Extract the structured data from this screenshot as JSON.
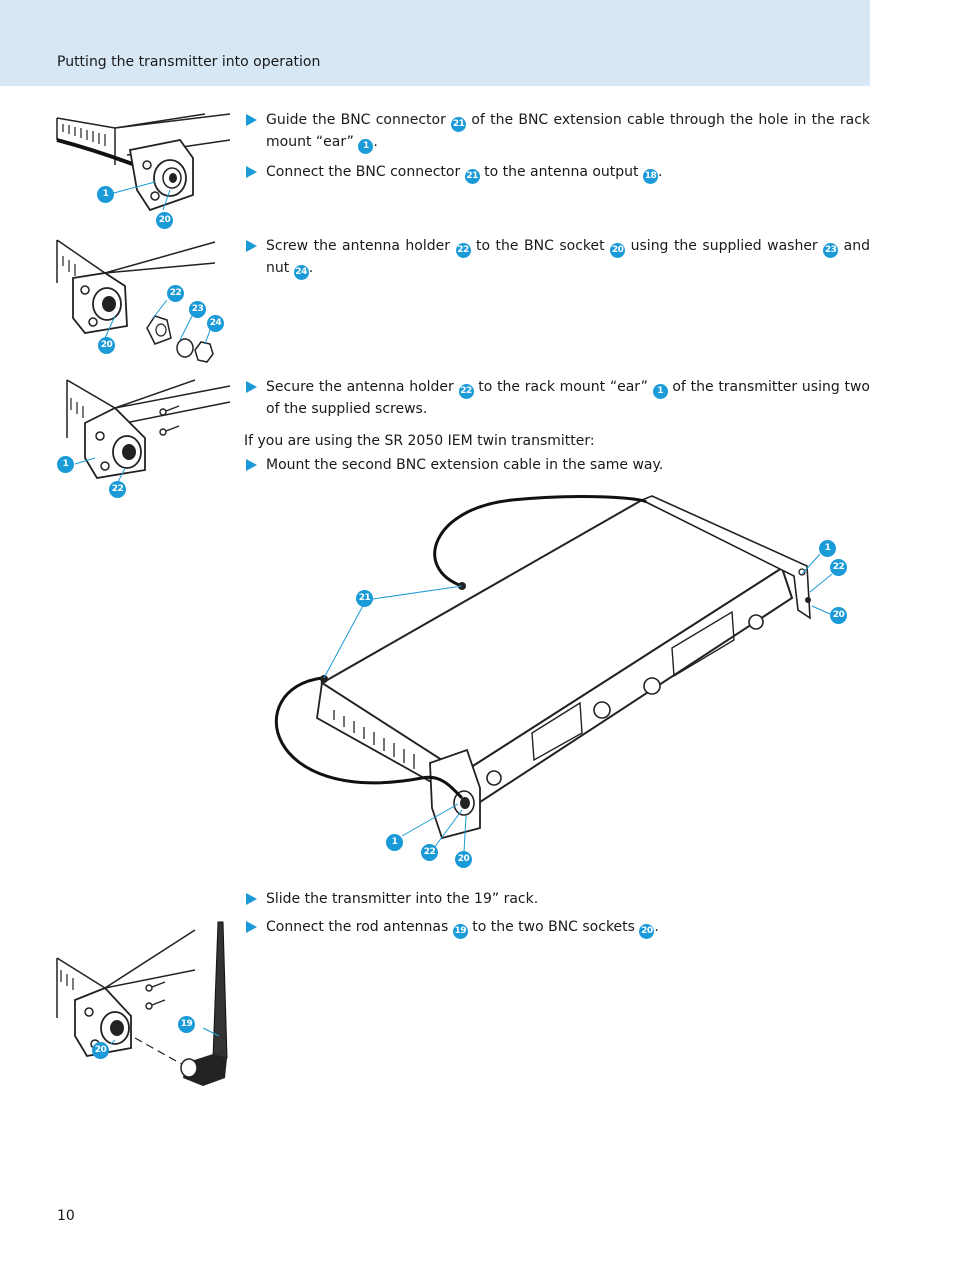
{
  "header": {
    "section_title": "Putting the transmitter into operation"
  },
  "page": {
    "number": "10"
  },
  "callouts": {
    "n1": "1",
    "n18": "18",
    "n19": "19",
    "n20": "20",
    "n21": "21",
    "n22": "22",
    "n23": "23",
    "n24": "24"
  },
  "steps1": [
    {
      "p1": "Guide the BNC connector ",
      "p2": " of the BNC extension cable through the hole in the rack mount “ear” ",
      "p3": "."
    },
    {
      "p1": "Connect the BNC connector ",
      "p2": " to the antenna output ",
      "p3": "."
    }
  ],
  "steps2": [
    {
      "p1": "Screw the antenna holder ",
      "p2": " to the BNC socket ",
      "p3": " using the supplied washer ",
      "p4": " and nut ",
      "p5": "."
    }
  ],
  "steps3": [
    {
      "p1": "Secure the antenna holder ",
      "p2": " to the rack mount “ear” ",
      "p3": " of the transmitter using two of the supplied screws."
    }
  ],
  "twin": {
    "intro": "If you are using the SR 2050 IEM twin transmitter:",
    "step": "Mount the second BNC extension cable in the same way."
  },
  "steps4": [
    {
      "p1": "Slide the transmitter into the 19” rack."
    },
    {
      "p1": "Connect the rod antennas ",
      "p2": " to the two BNC sockets ",
      "p3": "."
    }
  ],
  "colors": {
    "accent": "#1a9ad6",
    "header_band": "#d8e7f5"
  }
}
